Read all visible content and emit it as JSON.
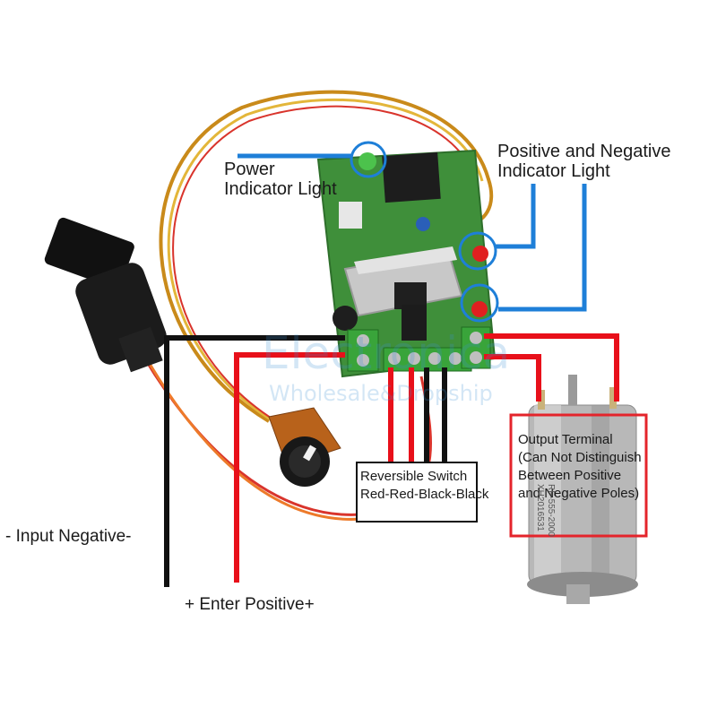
{
  "watermark": {
    "brand": "Electronica",
    "tagline": "Wholesale&Dropship"
  },
  "labels": {
    "power_indicator": [
      "Power",
      "Indicator Light"
    ],
    "pos_neg_indicator": [
      "Positive and Negative",
      "Indicator Light"
    ],
    "reversible_switch": [
      "Reversible Switch",
      "Red-Red-Black-Black"
    ],
    "output_terminal": [
      "Output Terminal",
      "(Can Not Distinguish",
      "Between Positive",
      "and Negative Poles)"
    ],
    "input_negative": "- Input Negative-",
    "enter_positive": "+ Enter Positive+"
  },
  "motor_text": [
    "RF-555-2000",
    "XH2016531"
  ],
  "colors": {
    "callout_blue": "#1e7fd8",
    "wire_red": "#e8101a",
    "wire_black": "#111111",
    "pcb_green": "#3f8f3a",
    "highlight_box": "#e4242b"
  }
}
